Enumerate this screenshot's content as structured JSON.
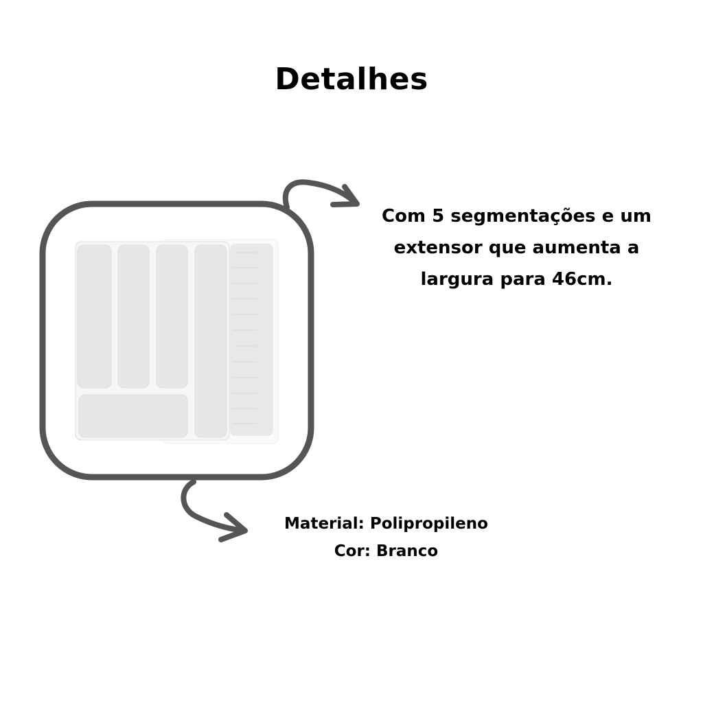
{
  "title": "Detalhes",
  "description": "Com 5 segmentações e um extensor que aumenta a largura para 46cm.",
  "material": "Material: Polipropileno",
  "color": "Cor: Branco",
  "colors": {
    "frame": "#555555",
    "tray": "#f4f4f4",
    "compartment": "#e6e6e6"
  }
}
